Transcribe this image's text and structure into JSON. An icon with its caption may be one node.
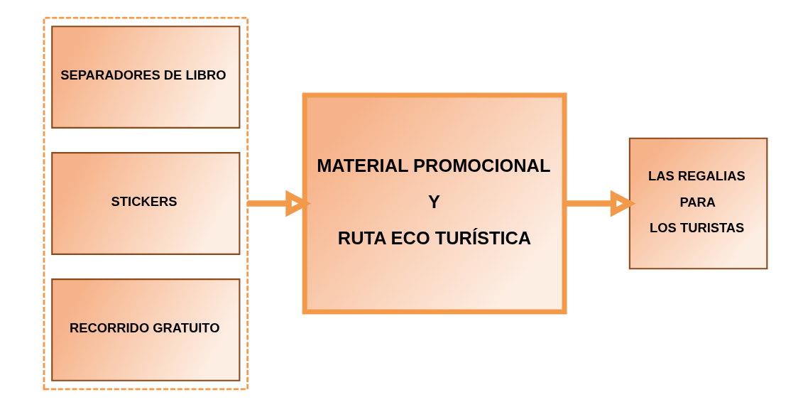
{
  "diagram": {
    "nodes": [
      {
        "text": [],
        "shape": "box"
      },
      {
        "text": [
          "SEPARADORES DE LIBRO"
        ],
        "in": 0
      },
      {
        "text": [
          "STICKERS"
        ],
        "in": 0
      },
      {
        "text": [
          "RECORRIDO GRATUITO"
        ],
        "in": 0
      },
      {
        "text": [
          "MATERIAL PROMOCIONAL",
          "Y",
          "RUTA ECO TURÍSTICA"
        ]
      },
      {
        "text": [
          "LAS REGALIAS",
          "PARA",
          "LOS TURISTAS"
        ]
      }
    ],
    "edges": [
      {
        "from": 0,
        "to": 4,
        "arrow": "to"
      },
      {
        "from": 4,
        "to": 5,
        "arrow": "to"
      }
    ]
  }
}
